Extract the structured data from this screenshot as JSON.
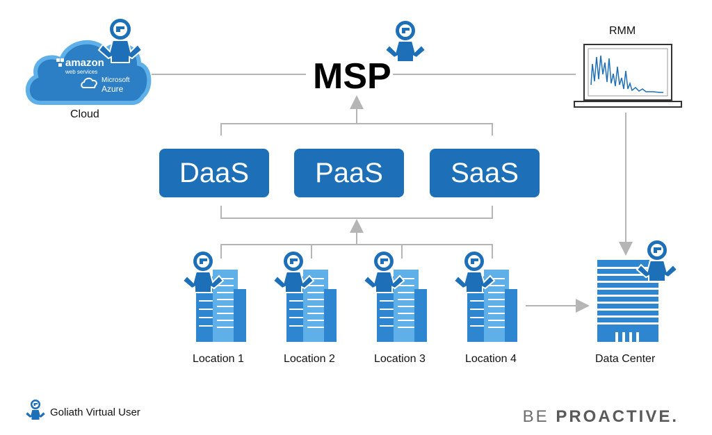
{
  "hub": {
    "title": "MSP"
  },
  "services": [
    {
      "label": "DaaS"
    },
    {
      "label": "PaaS"
    },
    {
      "label": "SaaS"
    }
  ],
  "cloud": {
    "caption": "Cloud",
    "aws_name": "amazon",
    "aws_sub": "web services",
    "ms_name": "Microsoft",
    "azure_name": "Azure"
  },
  "rmm": {
    "label": "RMM"
  },
  "locations": [
    {
      "label": "Location 1"
    },
    {
      "label": "Location 2"
    },
    {
      "label": "Location 3"
    },
    {
      "label": "Location 4"
    }
  ],
  "datacenter": {
    "label": "Data Center"
  },
  "legend": {
    "label": "Goliath Virtual User",
    "icon": "goliath-user-icon"
  },
  "tagline": {
    "part1": "BE ",
    "part2": "PROACTIVE."
  },
  "colors": {
    "brand_blue": "#1d6fb8",
    "light_blue": "#5fb0e8",
    "connector_gray": "#b5b5b5"
  }
}
